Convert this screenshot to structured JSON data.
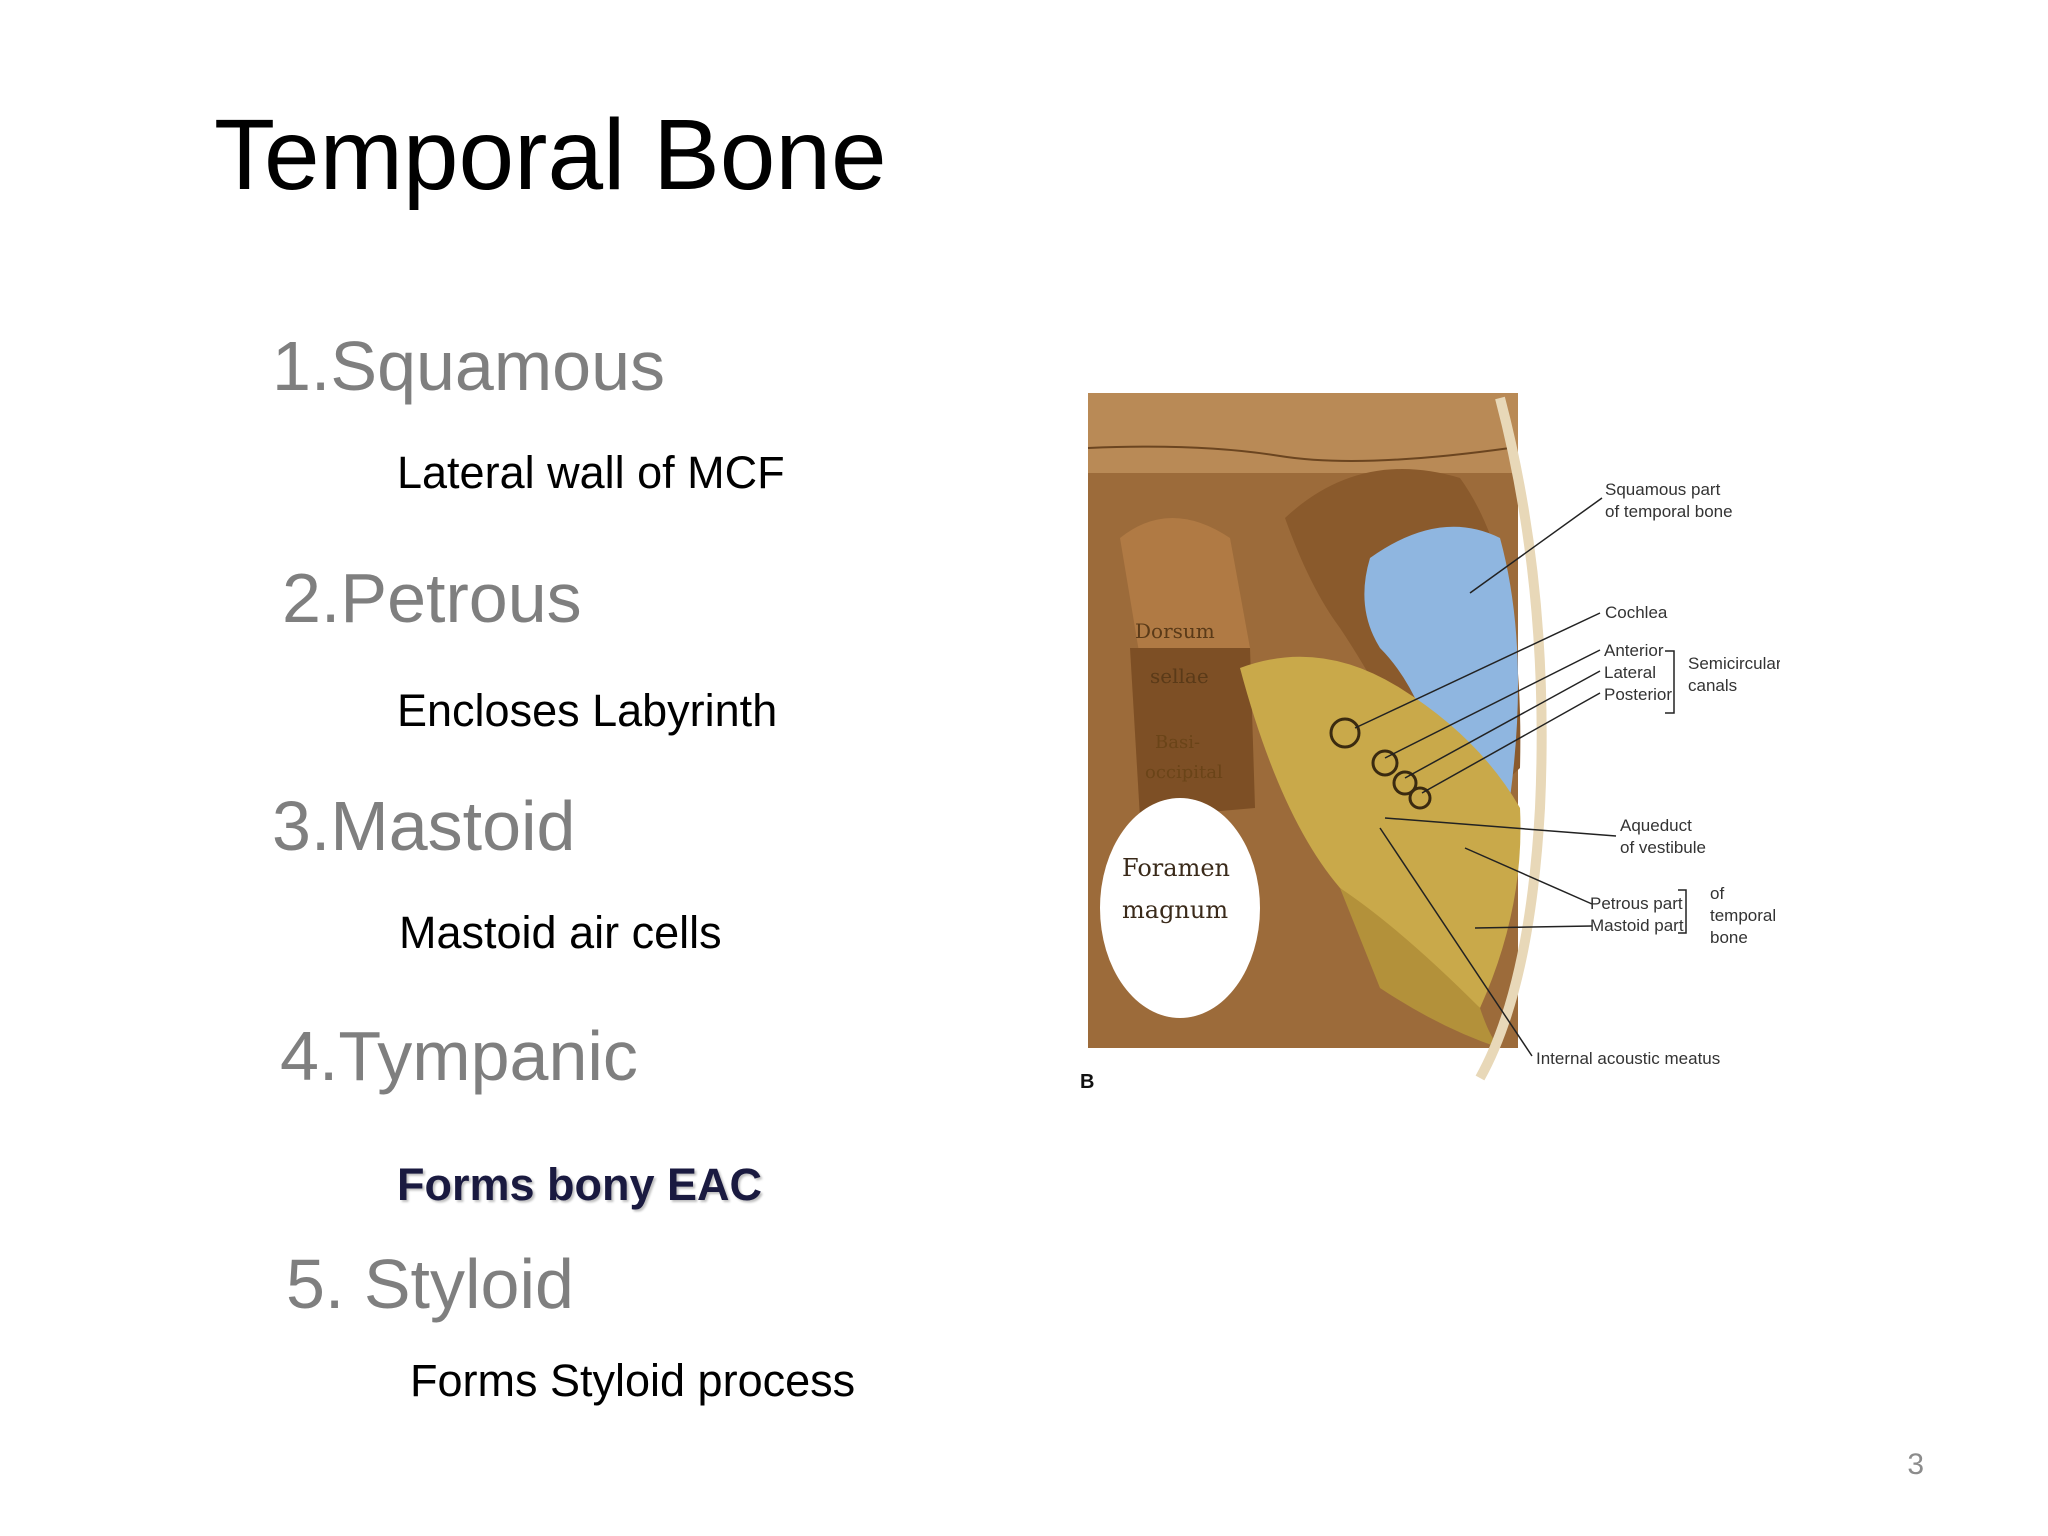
{
  "slide": {
    "title": "Temporal Bone",
    "page_number": "3",
    "parts": [
      {
        "heading": "1.Squamous",
        "description": "Lateral wall of MCF"
      },
      {
        "heading": "2.Petrous",
        "description": "Encloses Labyrinth"
      },
      {
        "heading": "3.Mastoid",
        "description": "Mastoid air cells"
      },
      {
        "heading": "4.Tympanic",
        "description": "Forms bony EAC"
      },
      {
        "heading": "5. Styloid",
        "description": "Forms Styloid process"
      }
    ]
  },
  "figure": {
    "labels": {
      "squamous_1": "Squamous part",
      "squamous_2": "of temporal bone",
      "cochlea": "Cochlea",
      "anterior": "Anterior",
      "lateral": "Lateral",
      "posterior": "Posterior",
      "semicircular_1": "Semicircular",
      "semicircular_2": "canals",
      "aqueduct_1": "Aqueduct",
      "aqueduct_2": "of vestibule",
      "petrous_part": "Petrous part",
      "mastoid_part": "Mastoid part",
      "of_temporal_1": "of",
      "of_temporal_2": "temporal",
      "of_temporal_3": "bone",
      "internal_acoustic": "Internal acoustic meatus",
      "foramen_1": "Foramen",
      "foramen_2": "magnum",
      "dorsum_1": "Dorsum",
      "dorsum_2": "sellae",
      "clivus_1": "Basi-",
      "clivus_2": "occipital",
      "figure_letter": "B"
    },
    "colors": {
      "bone_brown": "#8a5a2c",
      "petrous_yellow": "#c9a94a",
      "squamous_blue": "#8fb6e0",
      "foramen_white": "#ffffff"
    }
  }
}
